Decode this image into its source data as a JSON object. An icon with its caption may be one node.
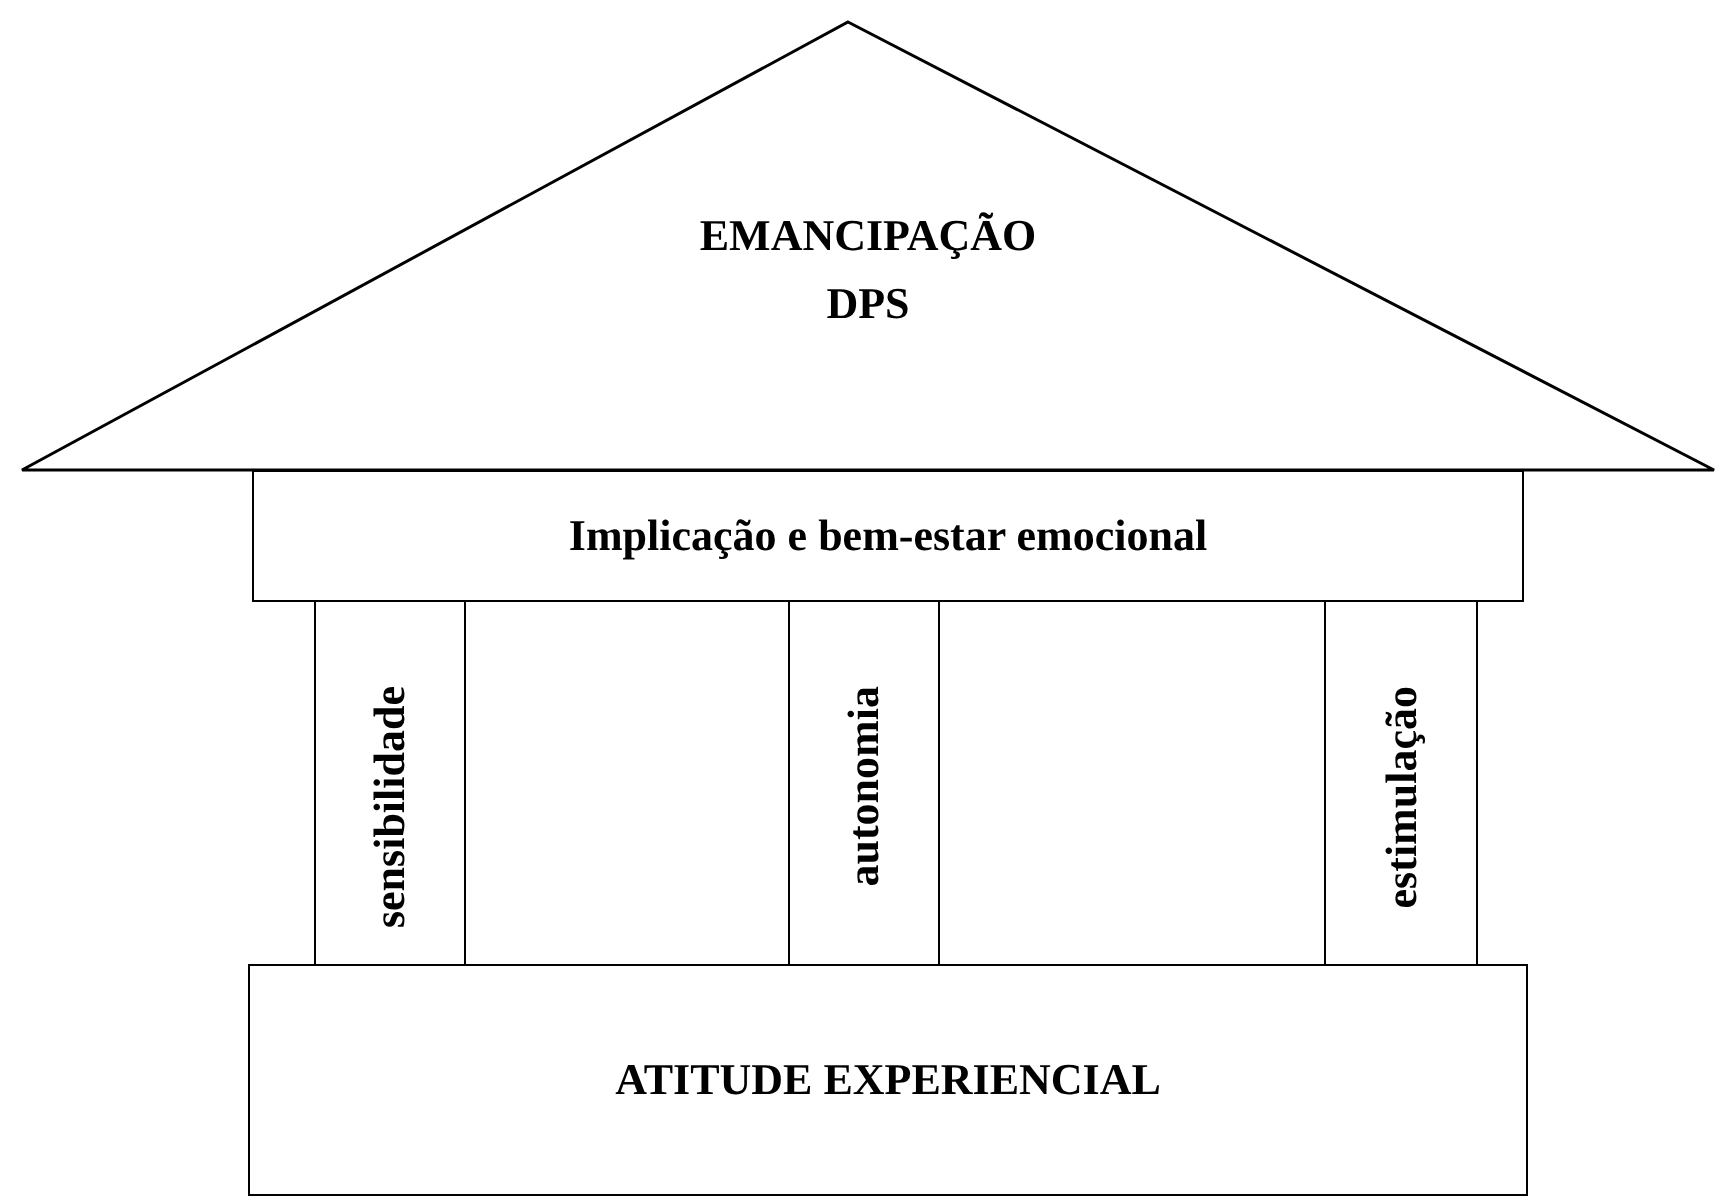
{
  "diagram": {
    "nodes": [
      {
        "text": [
          "EMANCIPAÇÃO",
          "DPS"
        ]
      },
      {
        "text": [
          "Implicação e bem-estar emocional"
        ]
      },
      {
        "text": [
          "sensibilidade"
        ]
      },
      {
        "text": [
          "autonomia"
        ]
      },
      {
        "text": [
          "estimulação"
        ]
      },
      {
        "text": [
          "ATITUDE EXPERIENCIAL"
        ]
      }
    ],
    "edges": []
  }
}
